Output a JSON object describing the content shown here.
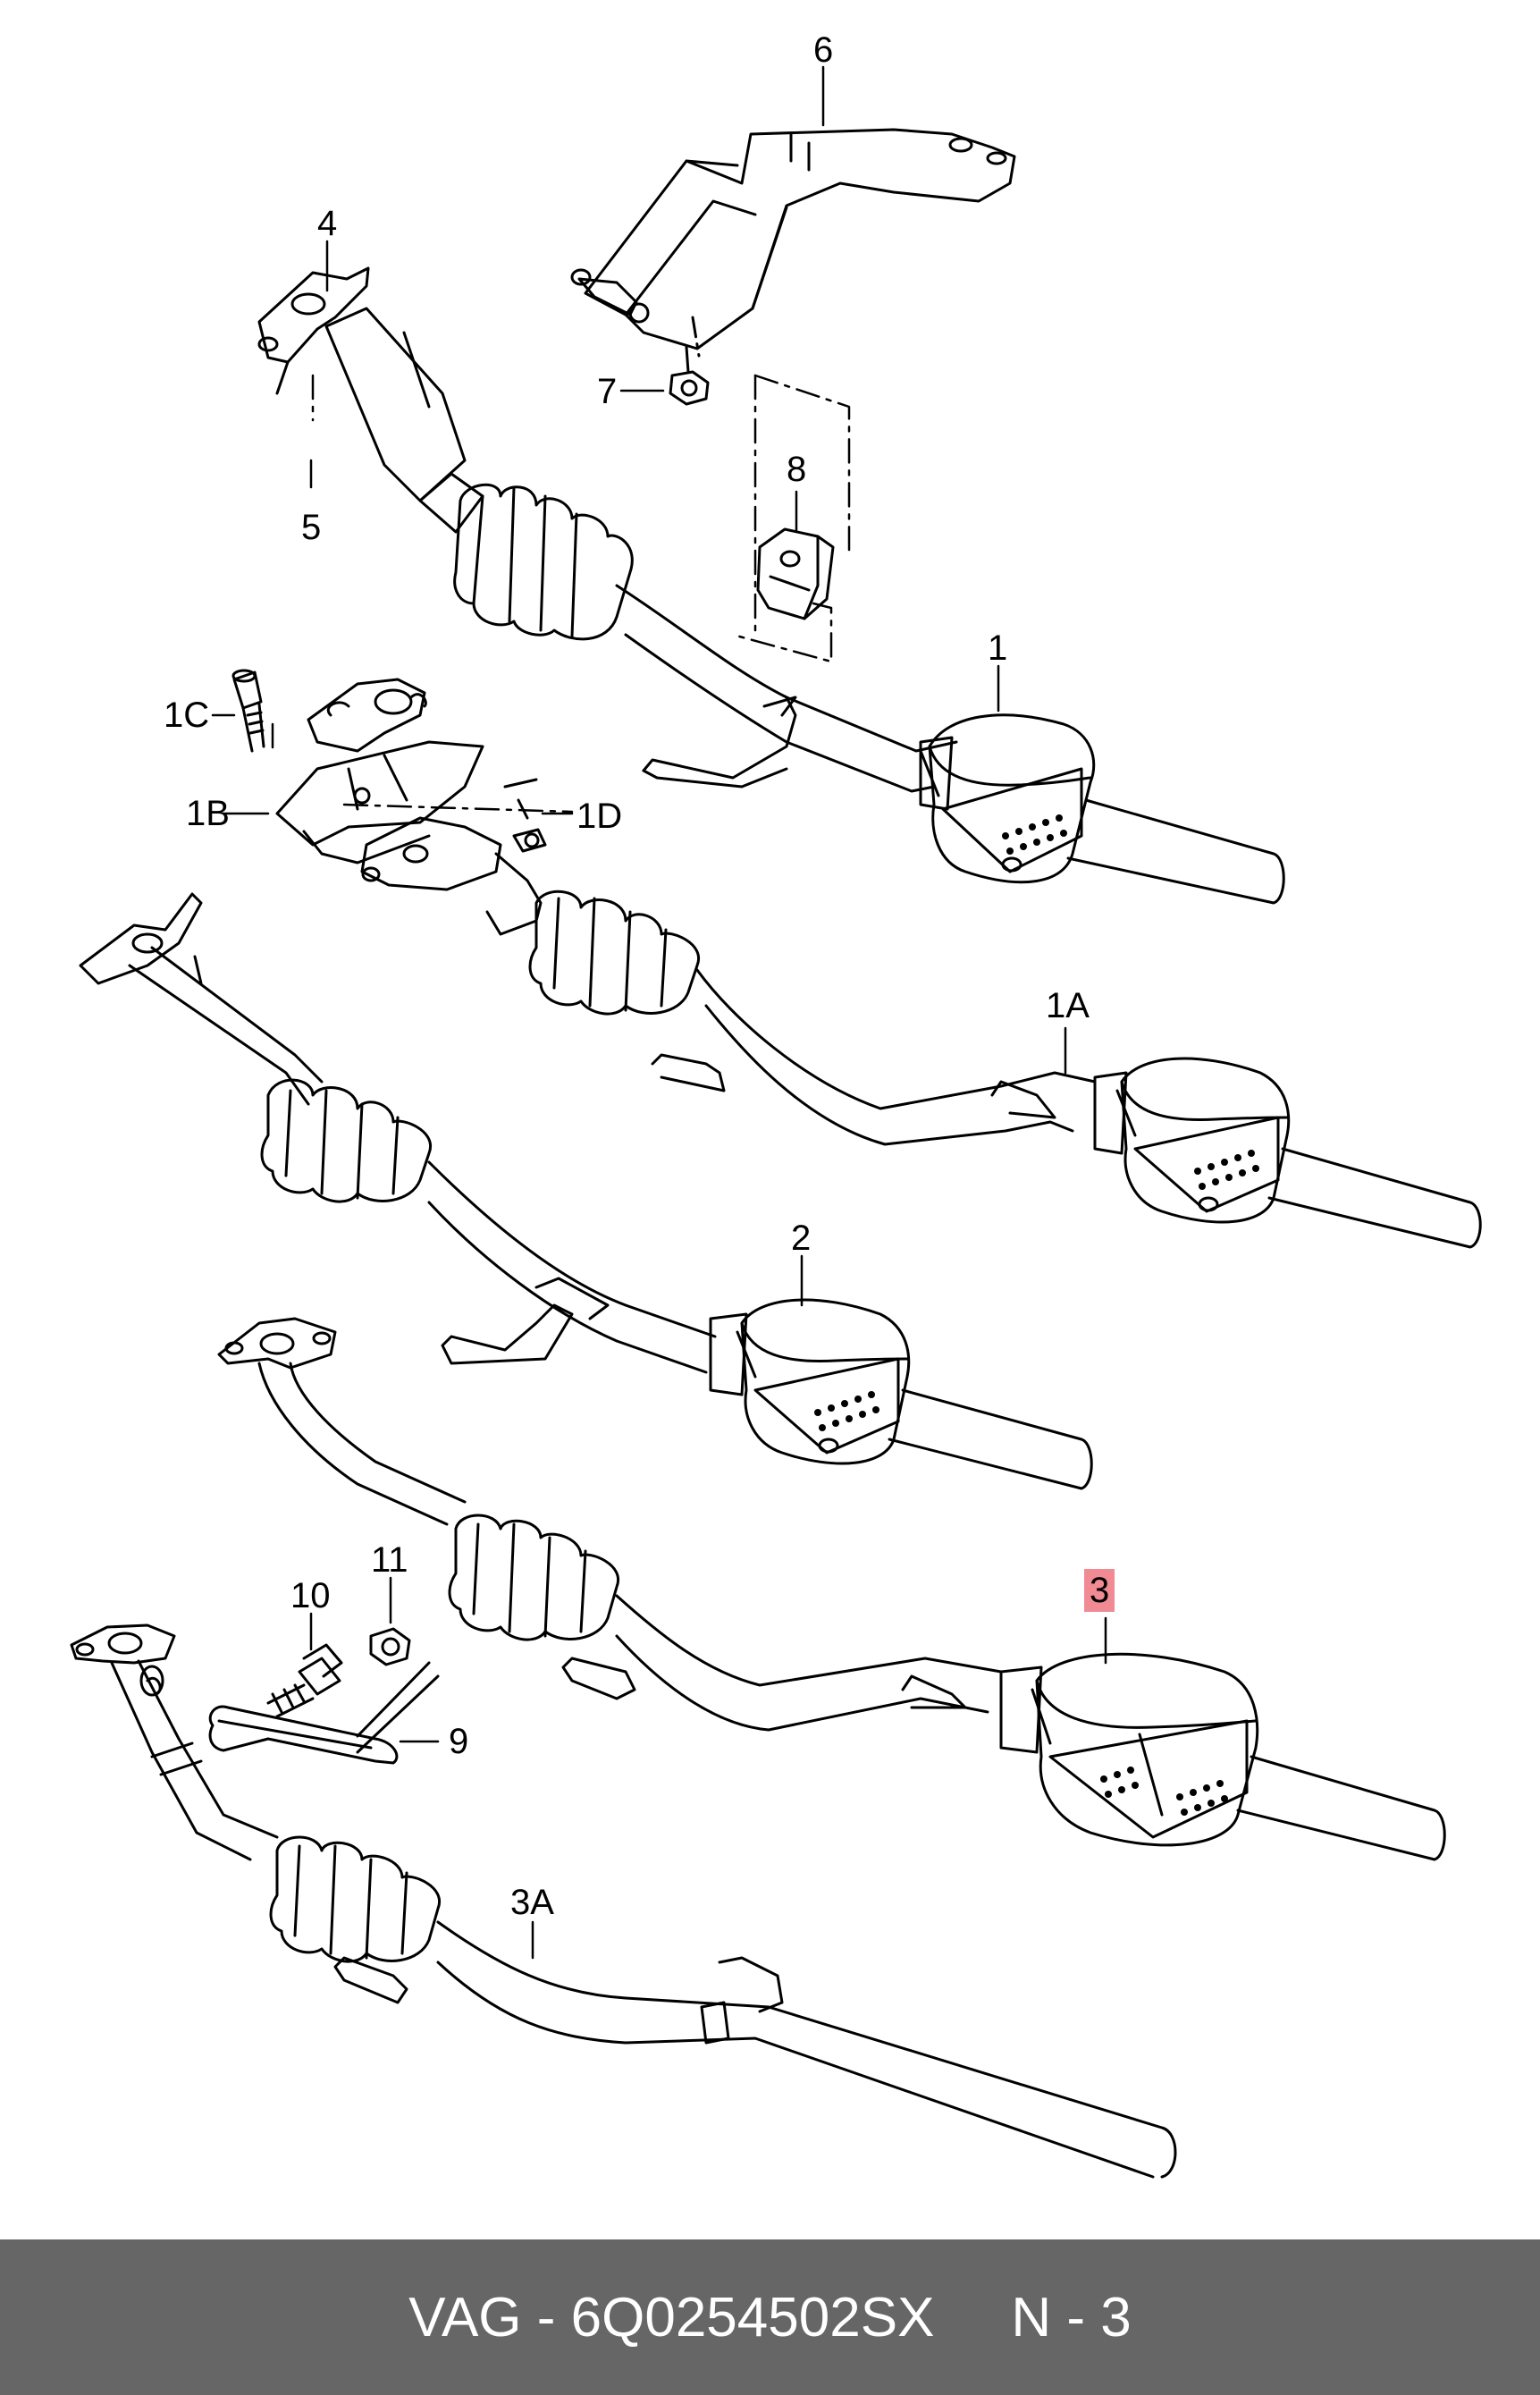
{
  "callouts": {
    "c6": "6",
    "c4": "4",
    "c7": "7",
    "c5": "5",
    "c8": "8",
    "c1": "1",
    "c1C": "1C",
    "c1B": "1B",
    "c1D": "1D",
    "c1A": "1A",
    "c2": "2",
    "c3": "3",
    "c10": "10",
    "c11": "11",
    "c9": "9",
    "c3A": "3A"
  },
  "highlight_color": "#f08a93",
  "footer": {
    "part_text": "VAG - 6Q0254502SX",
    "position_text": "N - 3",
    "background": "#666666"
  }
}
